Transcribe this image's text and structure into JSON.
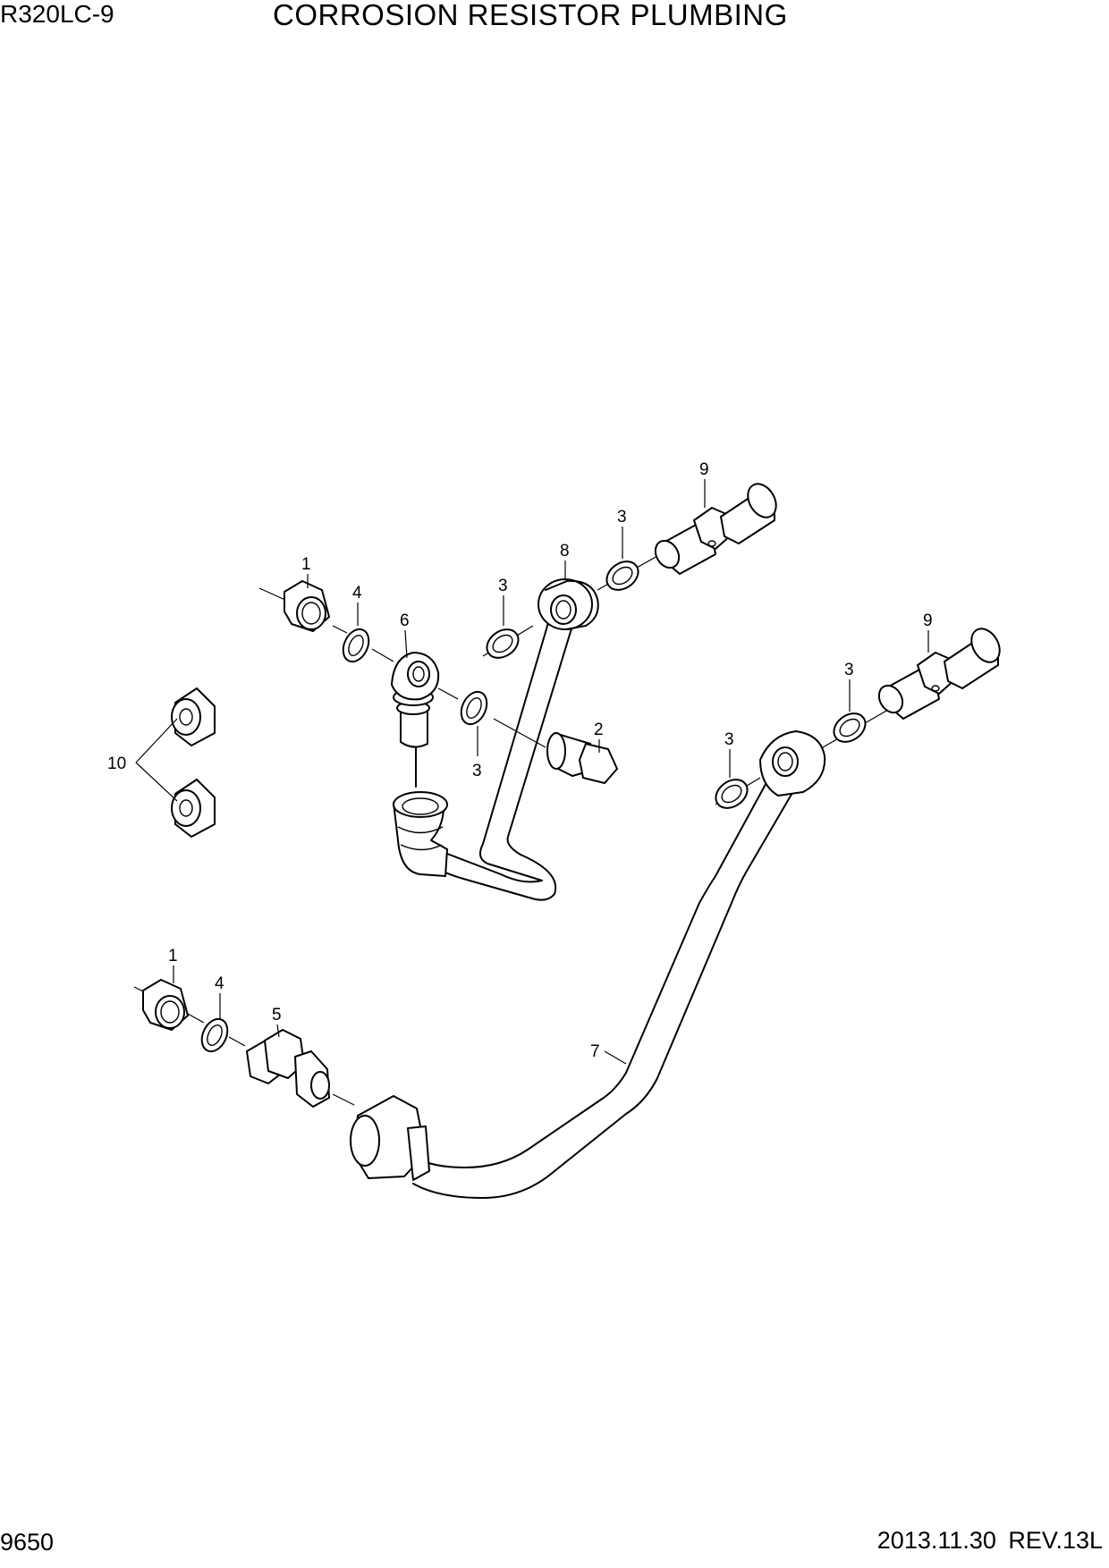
{
  "header": {
    "model": "R320LC-9",
    "title": "CORROSION RESISTOR PLUMBING"
  },
  "footer": {
    "page_number": "9650",
    "date_revision": "2013.11.30  REV.13L"
  },
  "callouts": [
    {
      "id": "c1a",
      "label": "1"
    },
    {
      "id": "c4a",
      "label": "4"
    },
    {
      "id": "c6",
      "label": "6"
    },
    {
      "id": "c3a",
      "label": "3"
    },
    {
      "id": "c8",
      "label": "8"
    },
    {
      "id": "c3b",
      "label": "3"
    },
    {
      "id": "c9a",
      "label": "9"
    },
    {
      "id": "c3c",
      "label": "3"
    },
    {
      "id": "c2",
      "label": "2"
    },
    {
      "id": "c10",
      "label": "10"
    },
    {
      "id": "c9b",
      "label": "9"
    },
    {
      "id": "c3d",
      "label": "3"
    },
    {
      "id": "c3e",
      "label": "3"
    },
    {
      "id": "c1b",
      "label": "1"
    },
    {
      "id": "c4b",
      "label": "4"
    },
    {
      "id": "c5",
      "label": "5"
    },
    {
      "id": "c7",
      "label": "7"
    }
  ]
}
